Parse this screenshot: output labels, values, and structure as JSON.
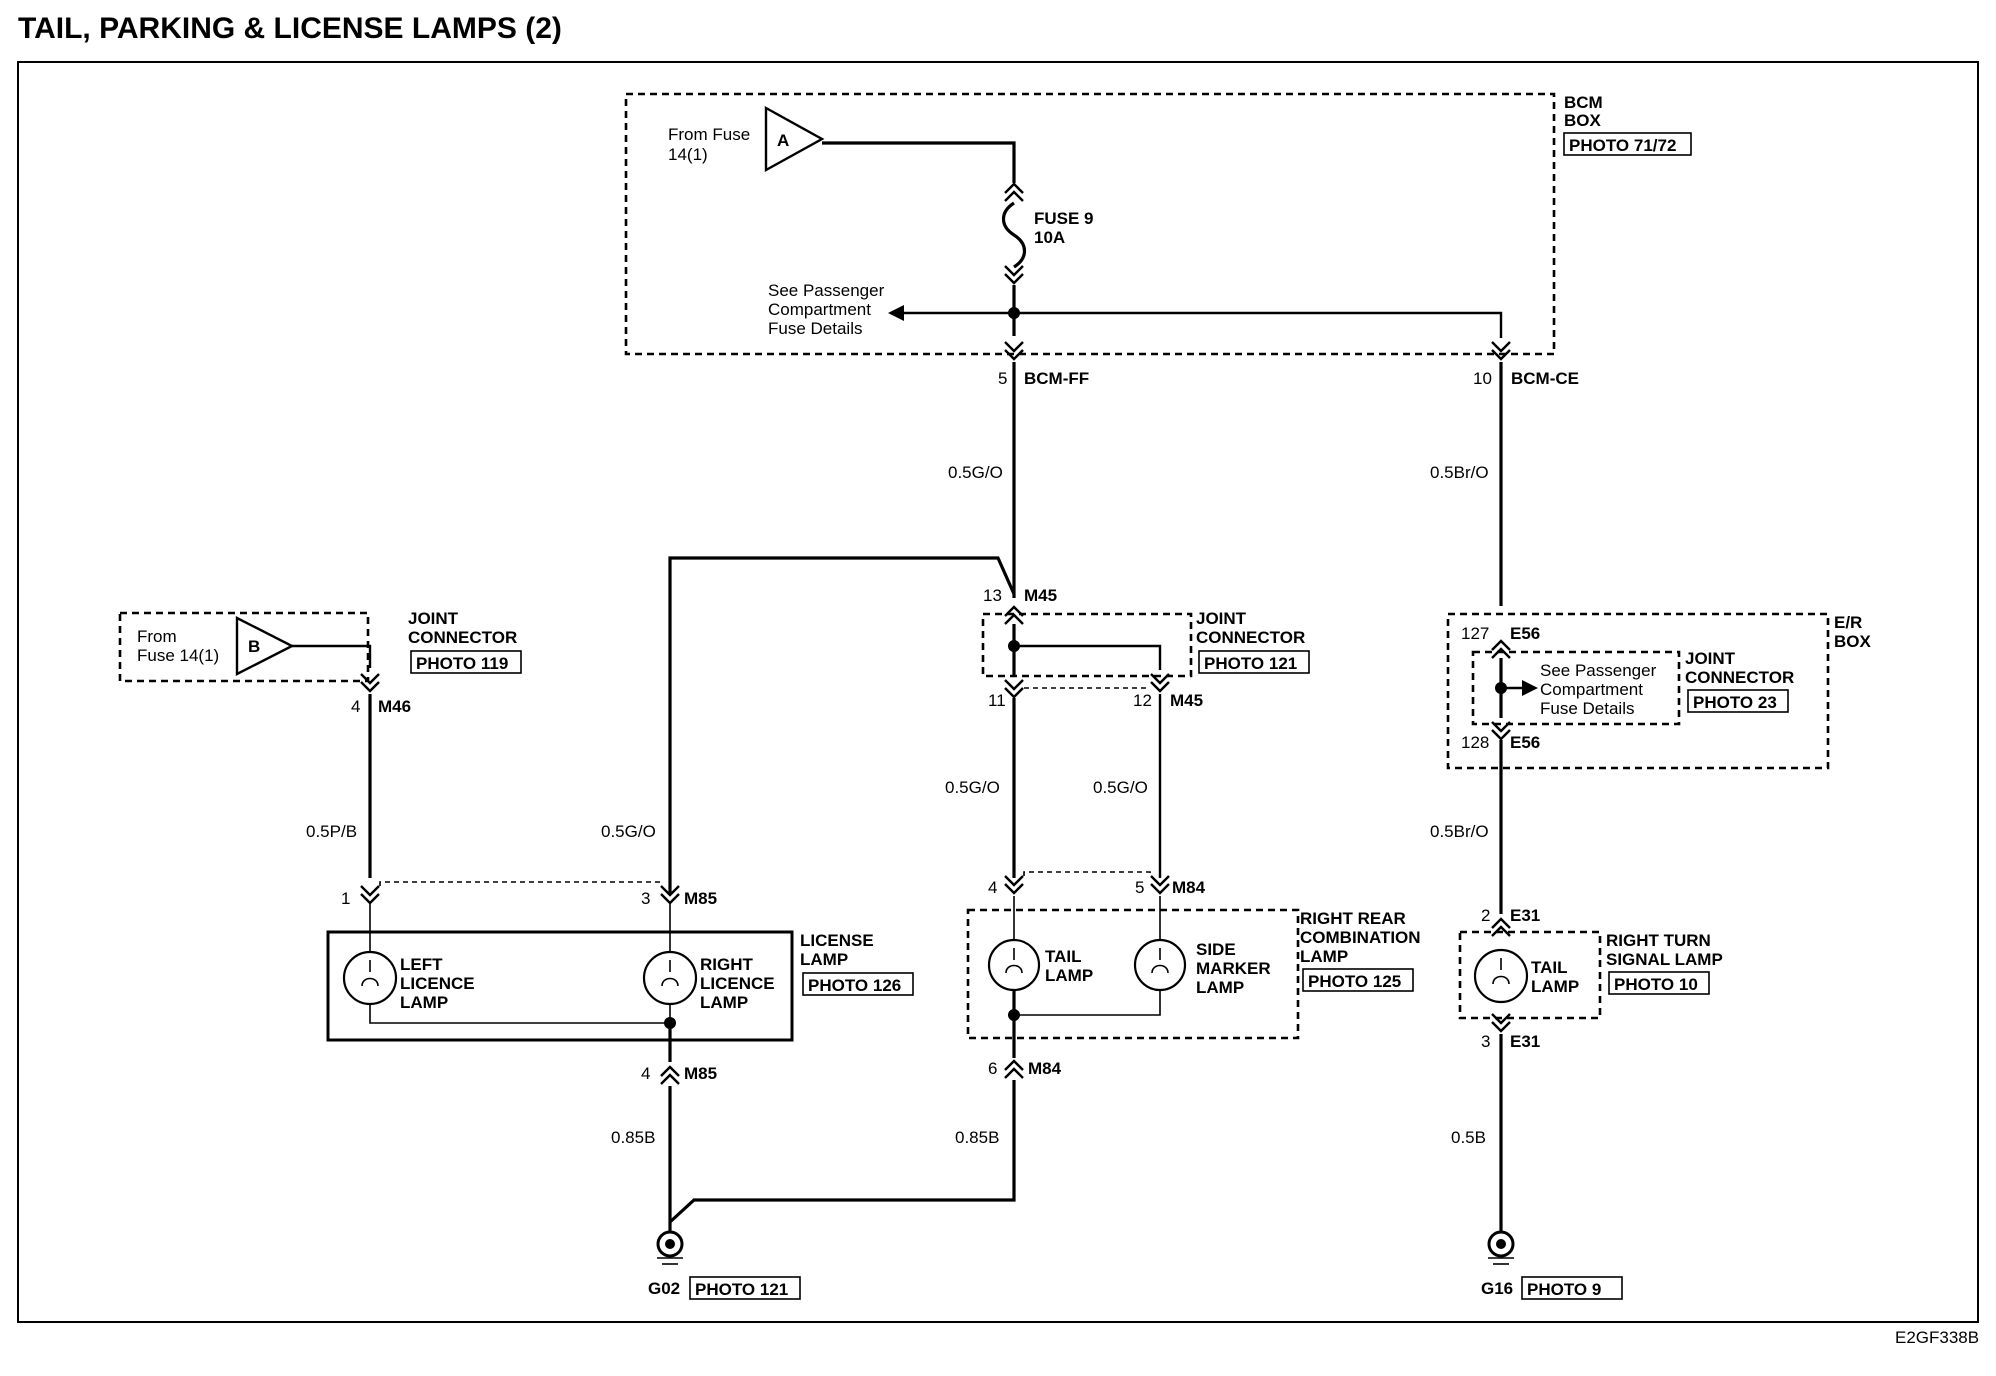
{
  "title": "TAIL, PARKING & LICENSE LAMPS (2)",
  "diagram_code": "E2GF338B",
  "bcm_box": {
    "label_line1": "BCM",
    "label_line2": "BOX",
    "photo": "PHOTO 71/72",
    "source_from": "From Fuse",
    "source_fuse": "14(1)",
    "source_marker": "A",
    "fuse_name": "FUSE 9",
    "fuse_rating": "10A",
    "see_line1": "See Passenger",
    "see_line2": "Compartment",
    "see_line3": "Fuse Details"
  },
  "pins": {
    "bcm_ff_pin": "5",
    "bcm_ff": "BCM-FF",
    "bcm_ce_pin": "10",
    "bcm_ce": "BCM-CE",
    "m45_13_pin": "13",
    "m45_13": "M45",
    "m45_11_pin": "11",
    "m45_12_pin": "12",
    "m45_12": "M45",
    "m46_4_pin": "4",
    "m46_4": "M46",
    "m85_1_pin": "1",
    "m85_3_pin": "3",
    "m85_3": "M85",
    "m85_4_pin": "4",
    "m85_4": "M85",
    "m84_4_pin": "4",
    "m84_5_pin": "5",
    "m84_5": "M84",
    "m84_6_pin": "6",
    "m84_6": "M84",
    "e56_127_pin": "127",
    "e56_127": "E56",
    "e56_128_pin": "128",
    "e56_128": "E56",
    "e31_2_pin": "2",
    "e31_2": "E31",
    "e31_3_pin": "3",
    "e31_3": "E31"
  },
  "wires": {
    "bcmff_wire": "0.5G/O",
    "bcmce_wire": "0.5Br/O",
    "m45_11_wire": "0.5G/O",
    "m45_12_wire": "0.5G/O",
    "m46_wire": "0.5P/B",
    "license_feed_wire": "0.5G/O",
    "e56_e31_wire": "0.5Br/O",
    "license_ground_wire": "0.85B",
    "rear_ground_wire": "0.85B",
    "turn_ground_wire": "0.5B"
  },
  "joint_connectors": {
    "jc119_line1": "JOINT",
    "jc119_line2": "CONNECTOR",
    "jc119_photo": "PHOTO 119",
    "jc119_from1": "From",
    "jc119_from2": "Fuse 14(1)",
    "jc119_marker": "B",
    "jc121_line1": "JOINT",
    "jc121_line2": "CONNECTOR",
    "jc121_photo": "PHOTO 121",
    "jc23_line1": "JOINT",
    "jc23_line2": "CONNECTOR",
    "jc23_photo": "PHOTO 23",
    "jc23_see1": "See Passenger",
    "jc23_see2": "Compartment",
    "jc23_see3": "Fuse Details"
  },
  "er_box": {
    "line1": "E/R",
    "line2": "BOX"
  },
  "license_lamp": {
    "label_line1": "LICENSE",
    "label_line2": "LAMP",
    "photo": "PHOTO 126",
    "left_1": "LEFT",
    "left_2": "LICENCE",
    "left_3": "LAMP",
    "right_1": "RIGHT",
    "right_2": "LICENCE",
    "right_3": "LAMP"
  },
  "rear_combination": {
    "label_line1": "RIGHT REAR",
    "label_line2": "COMBINATION",
    "label_line3": "LAMP",
    "photo": "PHOTO 125",
    "tail_1": "TAIL",
    "tail_2": "LAMP",
    "side_1": "SIDE",
    "side_2": "MARKER",
    "side_3": "LAMP"
  },
  "turn_signal": {
    "label_line1": "RIGHT TURN",
    "label_line2": "SIGNAL LAMP",
    "photo": "PHOTO 10",
    "tail_1": "TAIL",
    "tail_2": "LAMP"
  },
  "grounds": {
    "g02": "G02",
    "g02_photo": "PHOTO 121",
    "g16": "G16",
    "g16_photo": "PHOTO 9"
  }
}
